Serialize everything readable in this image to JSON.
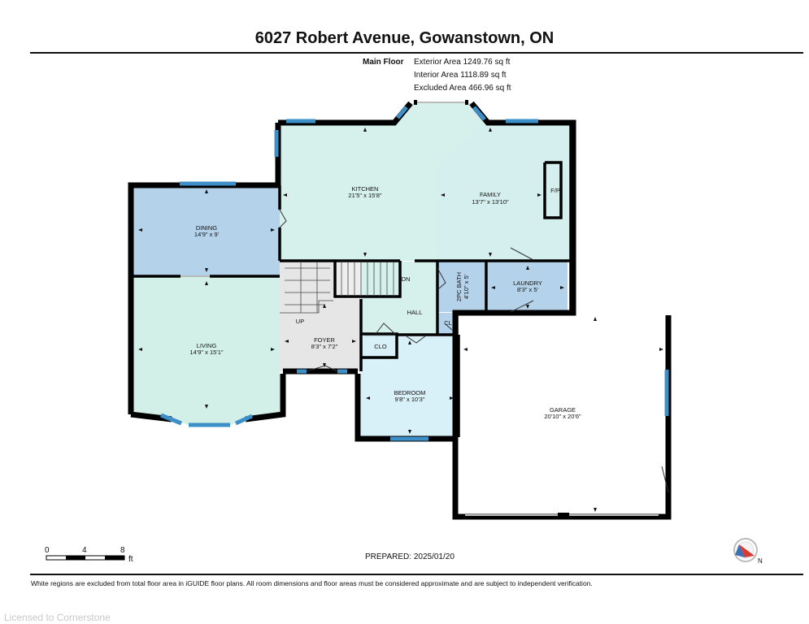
{
  "header": {
    "title": "6027 Robert Avenue, Gowanstown, ON"
  },
  "summary": {
    "floor": "Main Floor",
    "exterior_area": "Exterior Area 1249.76 sq ft",
    "interior_area": "Interior Area 1118.89 sq ft",
    "excluded_area": "Excluded Area 466.96 sq ft"
  },
  "rooms": {
    "kitchen": {
      "name": "KITCHEN",
      "dims": "21'5\" x 15'8\""
    },
    "family": {
      "name": "FAMILY",
      "dims": "13'7\" x 13'10\""
    },
    "fireplace": {
      "name": "F/P"
    },
    "dining": {
      "name": "DINING",
      "dims": "14'9\" x 9'"
    },
    "living": {
      "name": "LIVING",
      "dims": "14'9\" x 15'1\""
    },
    "foyer": {
      "name": "FOYER",
      "dims": "8'3\" x 7'2\""
    },
    "up": {
      "name": "UP"
    },
    "dn": {
      "name": "DN"
    },
    "hall": {
      "name": "HALL"
    },
    "clo": {
      "name": "CLO"
    },
    "cl": {
      "name": "CL"
    },
    "bath": {
      "name": "2PC BATH",
      "dims": "4'10\" x 5'"
    },
    "laundry": {
      "name": "LAUNDRY",
      "dims": "8'3\" x 5'"
    },
    "bedroom": {
      "name": "BEDROOM",
      "dims": "9'8\" x 10'3\""
    },
    "garage": {
      "name": "GARAGE",
      "dims": "20'10\" x 20'6\""
    }
  },
  "scale": {
    "t0": "0",
    "t4": "4",
    "t8": "8",
    "unit": "ft"
  },
  "compass": {
    "label": "N"
  },
  "footer": {
    "prepared": "PREPARED: 2025/01/20",
    "note": "White regions are excluded from total floor area in iGUIDE floor plans. All room dimensions and floor areas must be considered approximate and are subject to independent verification.",
    "license": "Licensed to Cornerstone"
  },
  "colors": {
    "kitchen_family": "#d6f0ec",
    "dining": "#b4d2ea",
    "living": "#d3f0e8",
    "foyer": "#e6e6e6",
    "bath_laundry": "#b4d2ea",
    "bedroom": "#d8f0f8",
    "wall": "#000000",
    "window": "#3d8fc7"
  }
}
